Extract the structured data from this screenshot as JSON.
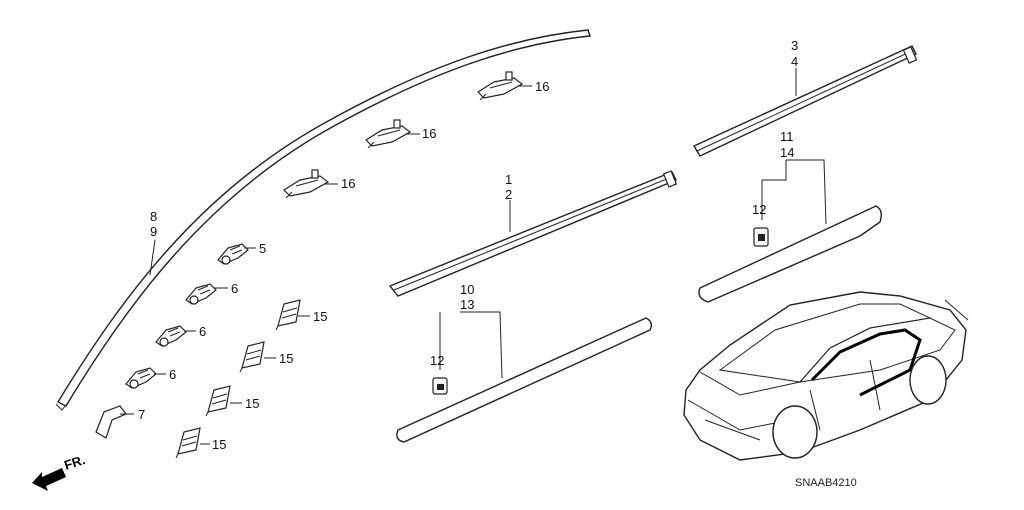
{
  "diagram": {
    "diagram_code": "SNAAB4210",
    "front_indicator": "FR.",
    "callouts": {
      "c1": "1",
      "c2": "2",
      "c3": "3",
      "c4": "4",
      "c5": "5",
      "c6a": "6",
      "c6b": "6",
      "c6c": "6",
      "c7": "7",
      "c8": "8",
      "c9": "9",
      "c10": "10",
      "c13": "13",
      "c11": "11",
      "c14": "14",
      "c12a": "12",
      "c12b": "12",
      "c15a": "15",
      "c15b": "15",
      "c15c": "15",
      "c15d": "15",
      "c16a": "16",
      "c16b": "16",
      "c16c": "16"
    }
  }
}
